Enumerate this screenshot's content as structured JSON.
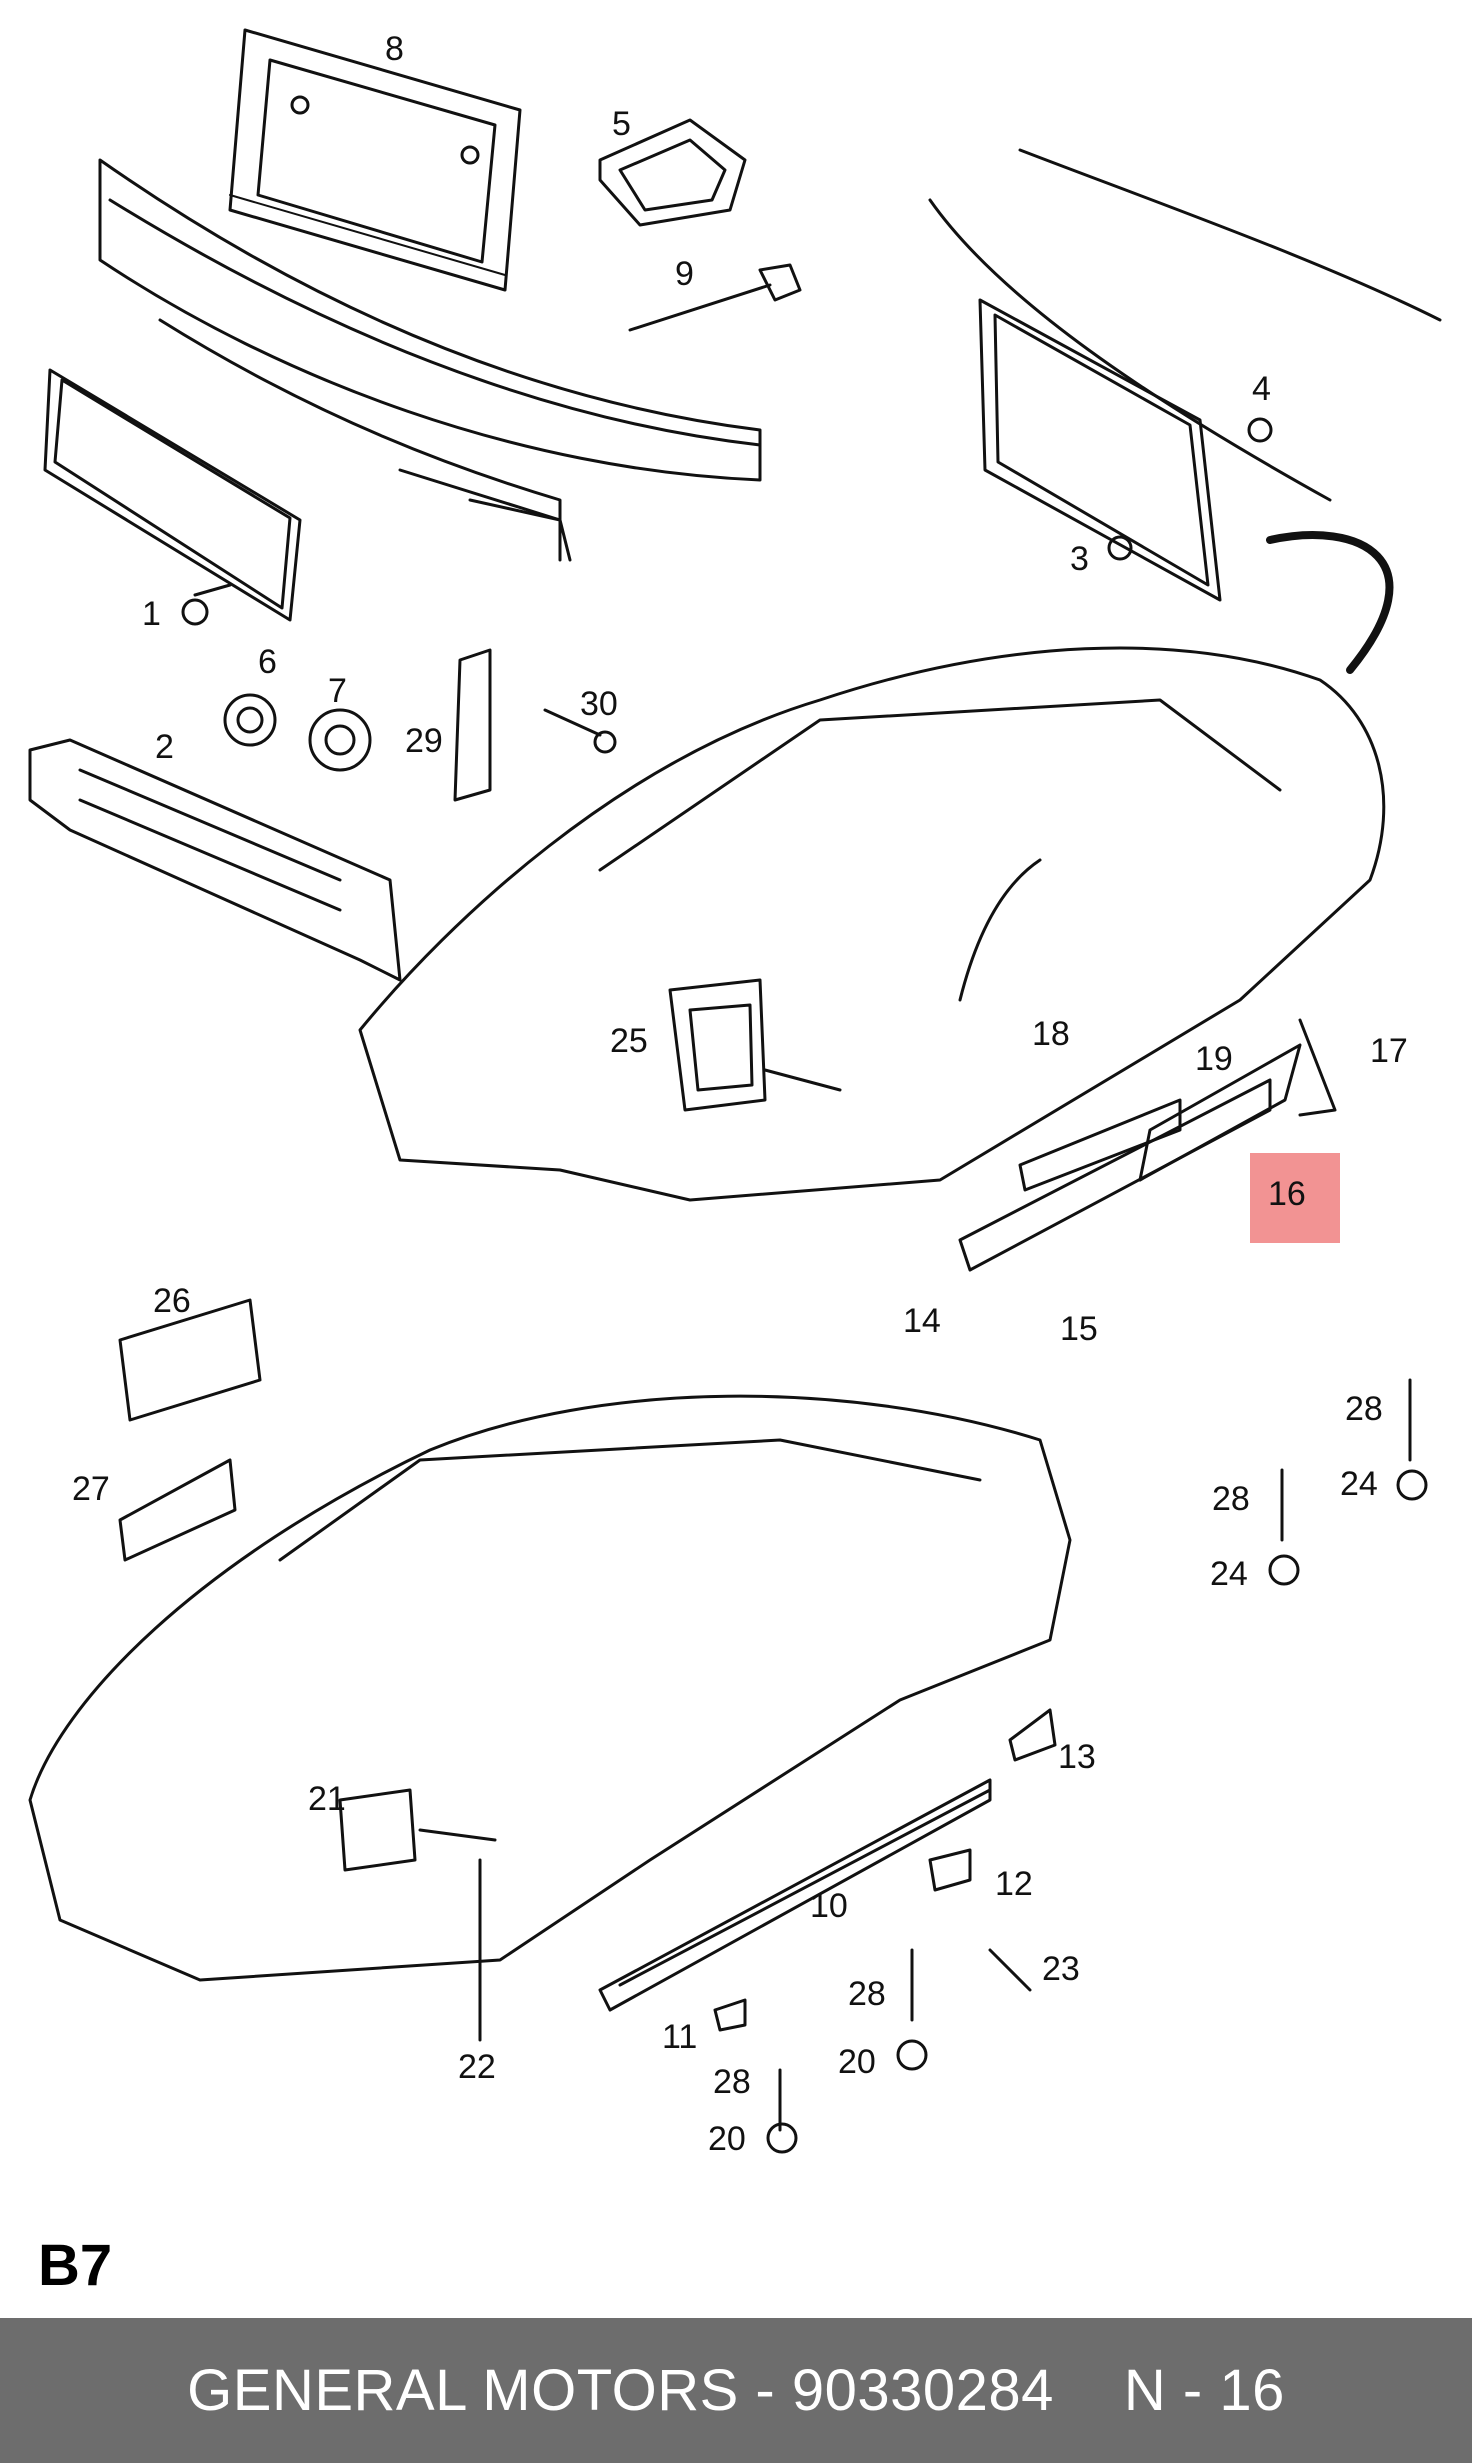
{
  "diagram": {
    "section_code": "B7",
    "highlight_color": "#f08080",
    "highlighted_callout": "16",
    "callouts": [
      "8",
      "5",
      "9",
      "4",
      "3",
      "1",
      "6",
      "7",
      "30",
      "29",
      "2",
      "25",
      "18",
      "19",
      "17",
      "16",
      "14",
      "15",
      "26",
      "28",
      "24",
      "27",
      "28",
      "24",
      "13",
      "21",
      "12",
      "10",
      "23",
      "28",
      "20",
      "11",
      "22",
      "28",
      "20"
    ]
  },
  "footer": {
    "brand_part": "GENERAL MOTORS - 90330284",
    "page_ref": "N - 16",
    "background": "#6d6d6d"
  }
}
